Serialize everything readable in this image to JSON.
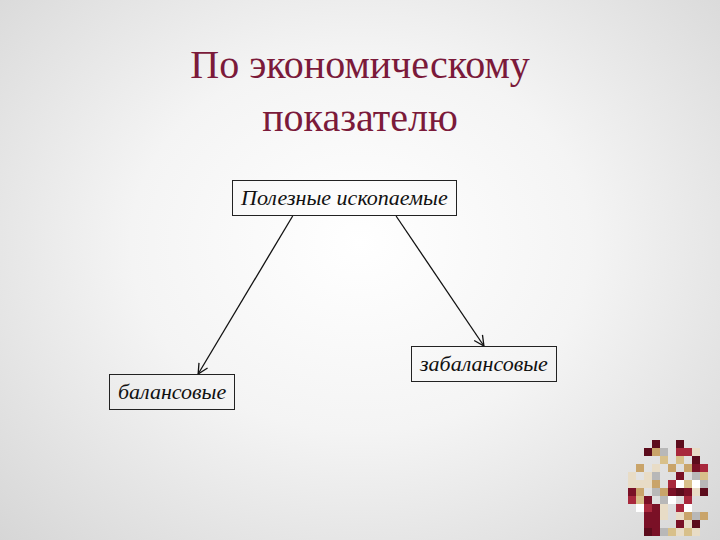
{
  "diagram": {
    "title": "По экономическому показателю",
    "nodes": [
      {
        "text": [
          "Полезные ископаемые"
        ]
      },
      {
        "text": [
          "балансовые"
        ]
      },
      {
        "text": [
          "забалансовые"
        ]
      }
    ],
    "edges": [
      {
        "from": 0,
        "to": 1,
        "arrow": "to"
      },
      {
        "from": 0,
        "to": 2,
        "arrow": "to"
      }
    ]
  }
}
